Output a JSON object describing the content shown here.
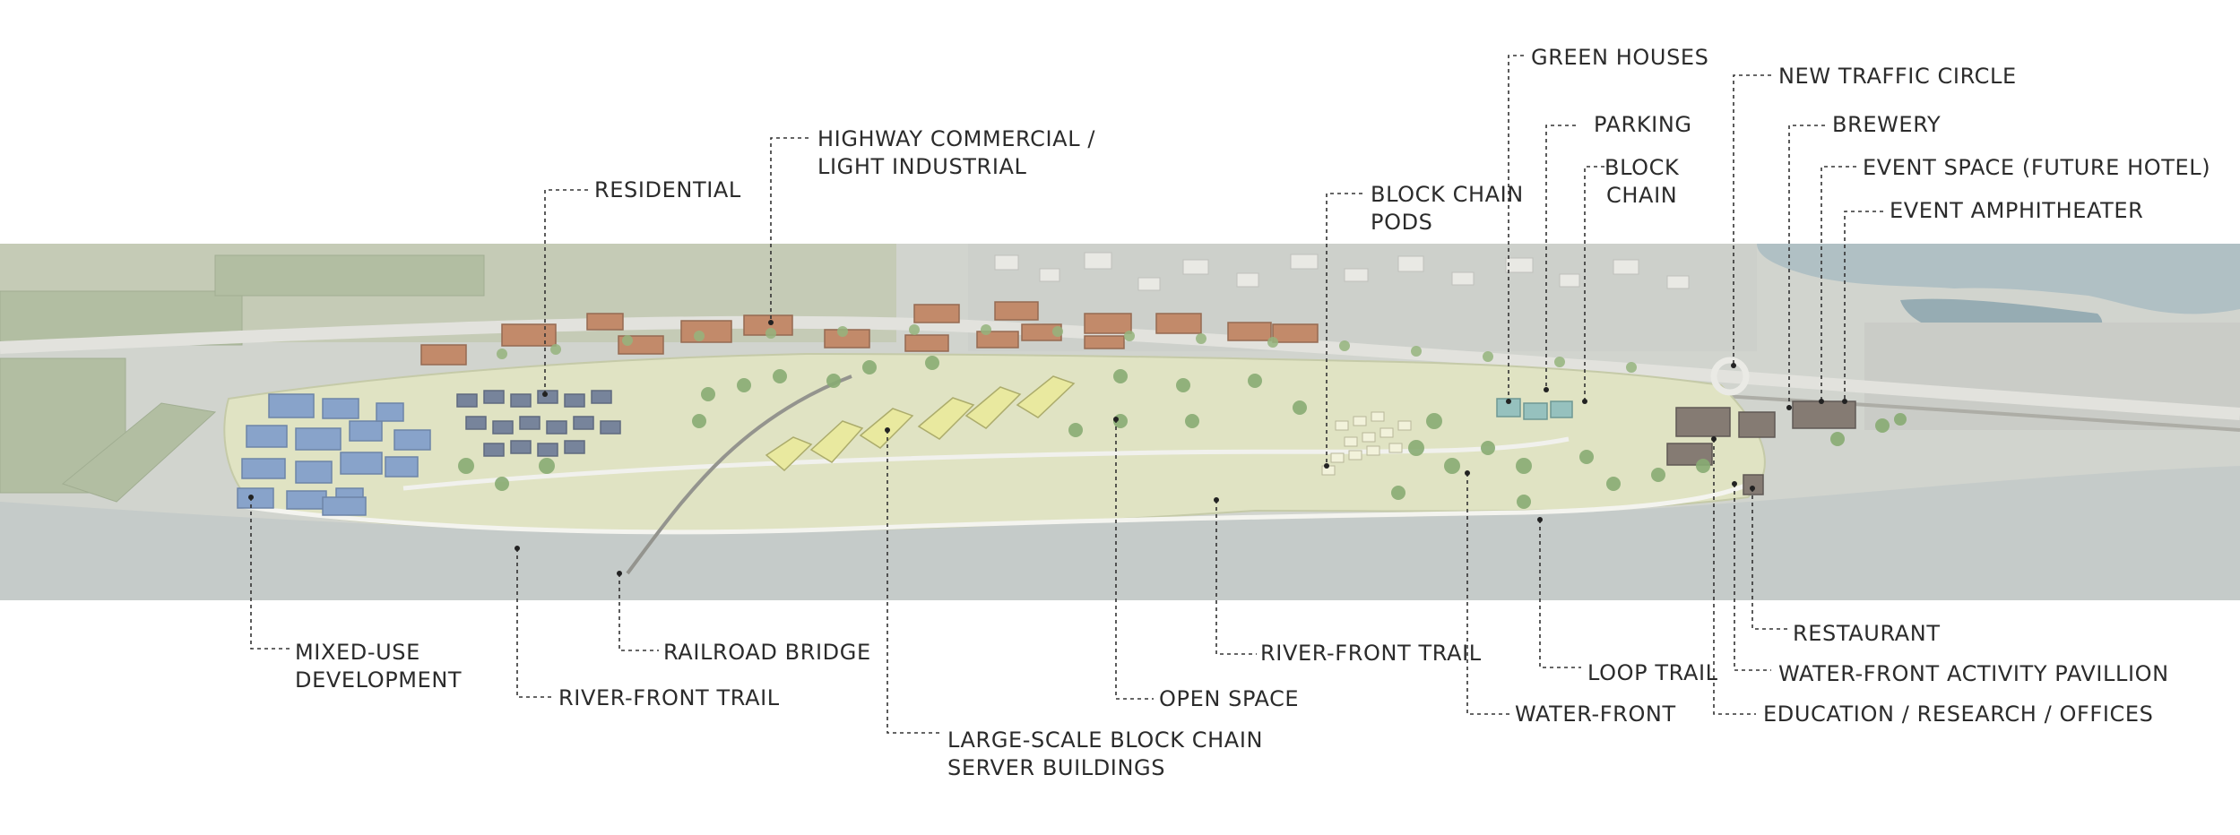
{
  "diagram": {
    "top_labels": [
      {
        "id": "residential",
        "lines": [
          "RESIDENTIAL"
        ]
      },
      {
        "id": "highway-commercial",
        "lines": [
          "HIGHWAY COMMERCIAL /",
          "LIGHT INDUSTRIAL"
        ]
      },
      {
        "id": "block-chain-pods",
        "lines": [
          "BLOCK CHAIN",
          "PODS"
        ]
      },
      {
        "id": "green-houses",
        "lines": [
          "GREEN HOUSES"
        ]
      },
      {
        "id": "parking",
        "lines": [
          "PARKING"
        ]
      },
      {
        "id": "block-chain",
        "lines": [
          "BLOCK",
          "CHAIN"
        ]
      },
      {
        "id": "new-traffic-circle",
        "lines": [
          "NEW TRAFFIC CIRCLE"
        ]
      },
      {
        "id": "brewery",
        "lines": [
          "BREWERY"
        ]
      },
      {
        "id": "event-space",
        "lines": [
          "EVENT SPACE (FUTURE HOTEL)"
        ]
      },
      {
        "id": "event-amphitheater",
        "lines": [
          "EVENT AMPHITHEATER"
        ]
      }
    ],
    "bottom_labels": [
      {
        "id": "mixed-use",
        "lines": [
          "MIXED-USE",
          "DEVELOPMENT"
        ]
      },
      {
        "id": "river-front-trail-west",
        "lines": [
          "RIVER-FRONT TRAIL"
        ]
      },
      {
        "id": "railroad-bridge",
        "lines": [
          "RAILROAD BRIDGE"
        ]
      },
      {
        "id": "block-chain-servers",
        "lines": [
          "LARGE-SCALE BLOCK CHAIN",
          "SERVER BUILDINGS"
        ]
      },
      {
        "id": "open-space",
        "lines": [
          "OPEN SPACE"
        ]
      },
      {
        "id": "river-front-trail-east",
        "lines": [
          "RIVER-FRONT TRAIL"
        ]
      },
      {
        "id": "water-front",
        "lines": [
          "WATER-FRONT"
        ]
      },
      {
        "id": "loop-trail",
        "lines": [
          "LOOP TRAIL"
        ]
      },
      {
        "id": "restaurant",
        "lines": [
          "RESTAURANT"
        ]
      },
      {
        "id": "water-front-pavillion",
        "lines": [
          "WATER-FRONT ACTIVITY PAVILLION"
        ]
      },
      {
        "id": "education-research",
        "lines": [
          "EDUCATION / RESEARCH / OFFICES"
        ]
      }
    ],
    "colors": {
      "label_text": "#2b2b2b",
      "leader": "#333333",
      "river": "#b9c0bd",
      "site_grass": "#d9ddb6",
      "town": "#c7cbc4",
      "orchard": "#a2b08e",
      "residential_buildings": "#6e8fbf",
      "commercial_buildings": "#b5714a",
      "server_buildings": "#e4e48a",
      "trees": "#6f9a55"
    }
  }
}
